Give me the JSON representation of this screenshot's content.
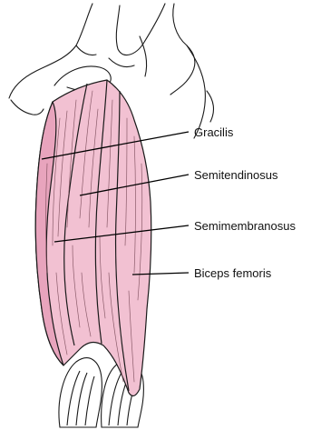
{
  "labels": {
    "gracilis": "Gracilis",
    "semitendinosus": "Semitendinosus",
    "semimembranosus": "Semimembranosus",
    "biceps_femoris": "Biceps femoris"
  },
  "colors": {
    "muscle_fill": "#f2c1d2",
    "muscle_shade": "#e8a4bd",
    "outline": "#1a1a1a",
    "bone_fill": "#ffffff",
    "leader_line": "#000000"
  }
}
